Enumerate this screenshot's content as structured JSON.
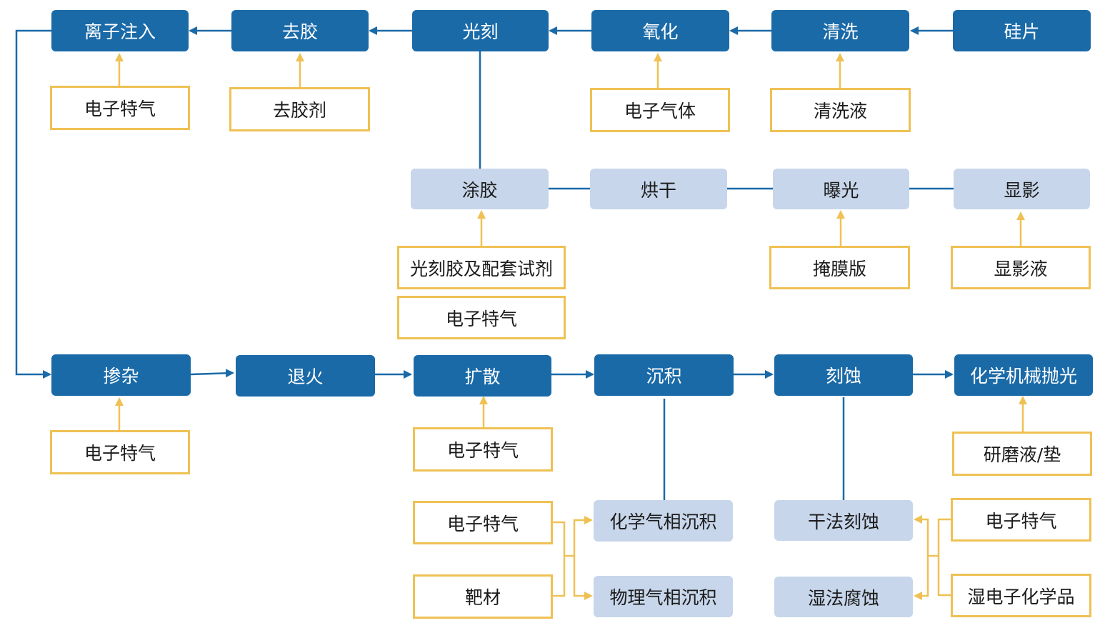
{
  "colors": {
    "process_fill": "#1a6aa8",
    "subprocess_fill": "#c7d6ea",
    "material_border": "#efc154",
    "flow_line": "#1a6aa8",
    "supply_line": "#efc154"
  },
  "processes": {
    "ion_implant": "离子注入",
    "strip": "去胶",
    "lithography": "光刻",
    "oxidation": "氧化",
    "cleaning": "清洗",
    "wafer": "硅片",
    "doping": "掺杂",
    "annealing": "退火",
    "diffusion": "扩散",
    "deposition": "沉积",
    "etching": "刻蚀",
    "cmp": "化学机械抛光"
  },
  "subprocesses": {
    "coating": "涂胶",
    "baking": "烘干",
    "exposure": "曝光",
    "developing": "显影",
    "cvd": "化学气相沉积",
    "pvd": "物理气相沉积",
    "dry_etch": "干法刻蚀",
    "wet_etch": "湿法腐蚀"
  },
  "materials": {
    "gas_ion": "电子特气",
    "stripper": "去胶剂",
    "gas_oxidation": "电子气体",
    "clean_liquid": "清洗液",
    "photoresist": "光刻胶及配套试剂",
    "gas_coating": "电子特气",
    "mask": "掩膜版",
    "developer": "显影液",
    "gas_doping": "电子特气",
    "gas_diffusion": "电子特气",
    "polishing": "研磨液/垫",
    "gas_deposition": "电子特气",
    "target": "靶材",
    "gas_etch": "电子特气",
    "wet_chem": "湿电子化学品"
  }
}
